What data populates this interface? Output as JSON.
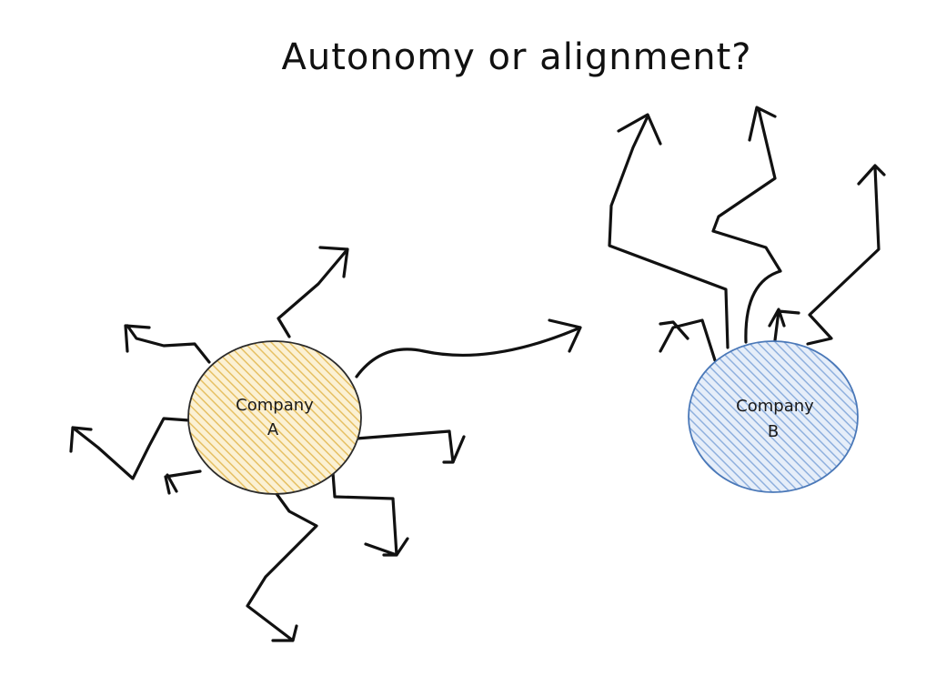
{
  "title": "Autonomy or alignment?",
  "nodes": [
    {
      "id": "a",
      "line1": "Company",
      "line2": "A",
      "fill": "#f2d58a",
      "stroke": "#2b2b2b"
    },
    {
      "id": "b",
      "line1": "Company",
      "line2": "B",
      "fill": "#a9c4e8",
      "stroke": "#4a78b8"
    }
  ]
}
